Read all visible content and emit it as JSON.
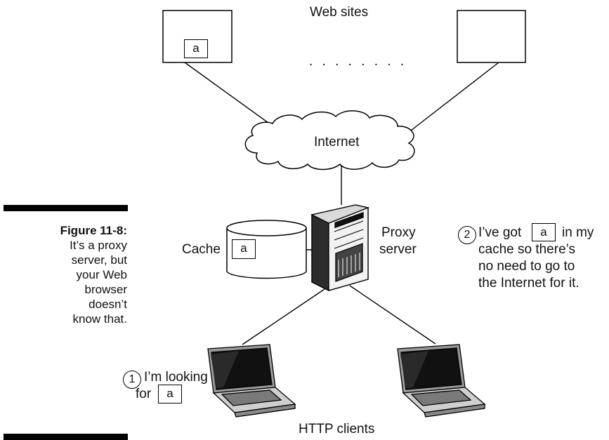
{
  "caption": {
    "figure_label": "Figure 11-8:",
    "lines": [
      "It’s a proxy",
      "server, but",
      "your Web",
      "browser",
      "doesn’t",
      "know that."
    ]
  },
  "labels": {
    "web_sites": "Web sites",
    "ellipsis": ". . . . . . . .",
    "internet": "Internet",
    "cache": "Cache",
    "proxy_line1": "Proxy",
    "proxy_line2": "server",
    "http_clients": "HTTP clients",
    "item": "a"
  },
  "callout_1": {
    "number": "1",
    "line1": "I’m looking",
    "line2": "for"
  },
  "callout_2": {
    "number": "2",
    "line1_a": "I’ve got",
    "line1_b": "in my",
    "line2": "cache so there’s",
    "line3": "no need to go to",
    "line4": "the Internet for it."
  }
}
